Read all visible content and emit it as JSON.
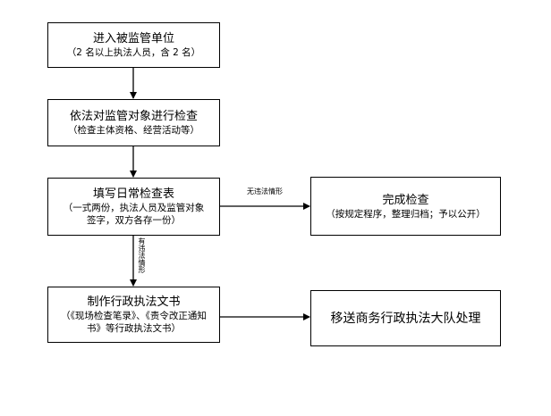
{
  "flowchart": {
    "nodes": {
      "enter_unit": {
        "title": "进入被监管单位",
        "note": "（2 名以上执法人员，含 2 名）"
      },
      "inspect": {
        "title": "依法对监管对象进行检查",
        "note": "（检查主体资格、经营活动等）"
      },
      "fill_form": {
        "title": "填写日常检查表",
        "note_line1": "（一式两份，执法人员及监管对象",
        "note_line2": "签字，双方各存一份）"
      },
      "make_document": {
        "title": "制作行政执法文书",
        "note_line1": "（《现场检查笔录》、《责令改正通知",
        "note_line2": "书》等行政执法文书）"
      },
      "complete": {
        "title": "完成检查",
        "note": "（按规定程序，整理归档；予以公开）"
      },
      "transfer": {
        "title": "移送商务行政执法大队处理"
      }
    },
    "edge_labels": {
      "no_violation": "无违法情形",
      "violation": "有违法情形"
    }
  }
}
